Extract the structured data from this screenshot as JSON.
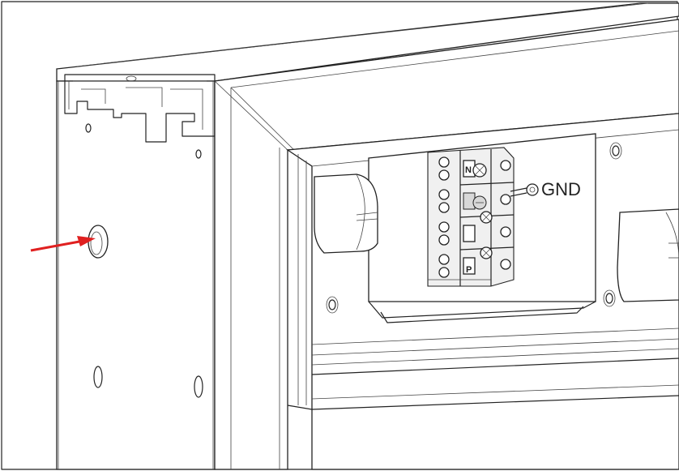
{
  "labels": {
    "gnd": "GND",
    "terminal_n": "N",
    "terminal_p": "P"
  },
  "colors": {
    "pointer_arrow": "#e02020",
    "line": "#222222"
  }
}
